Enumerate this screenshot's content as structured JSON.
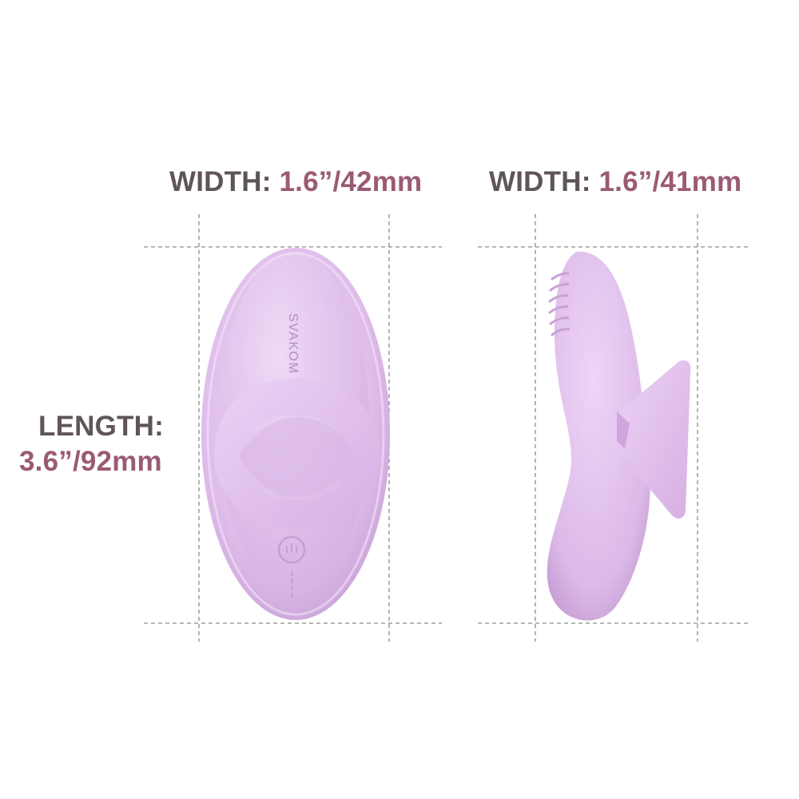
{
  "dimensions": {
    "front_width": {
      "label": "WIDTH:",
      "value": "1.6”/42mm"
    },
    "side_width": {
      "label": "WIDTH:",
      "value": "1.6”/41mm"
    },
    "length": {
      "label": "LENGTH:",
      "value": "3.6”/92mm"
    }
  },
  "product": {
    "brand_mark": "SVAKOM",
    "color": "#e4c6ee"
  },
  "colors": {
    "label_dark": "#5f5558",
    "label_accent": "#9b5a74",
    "guide_line": "#8a8a8a"
  }
}
